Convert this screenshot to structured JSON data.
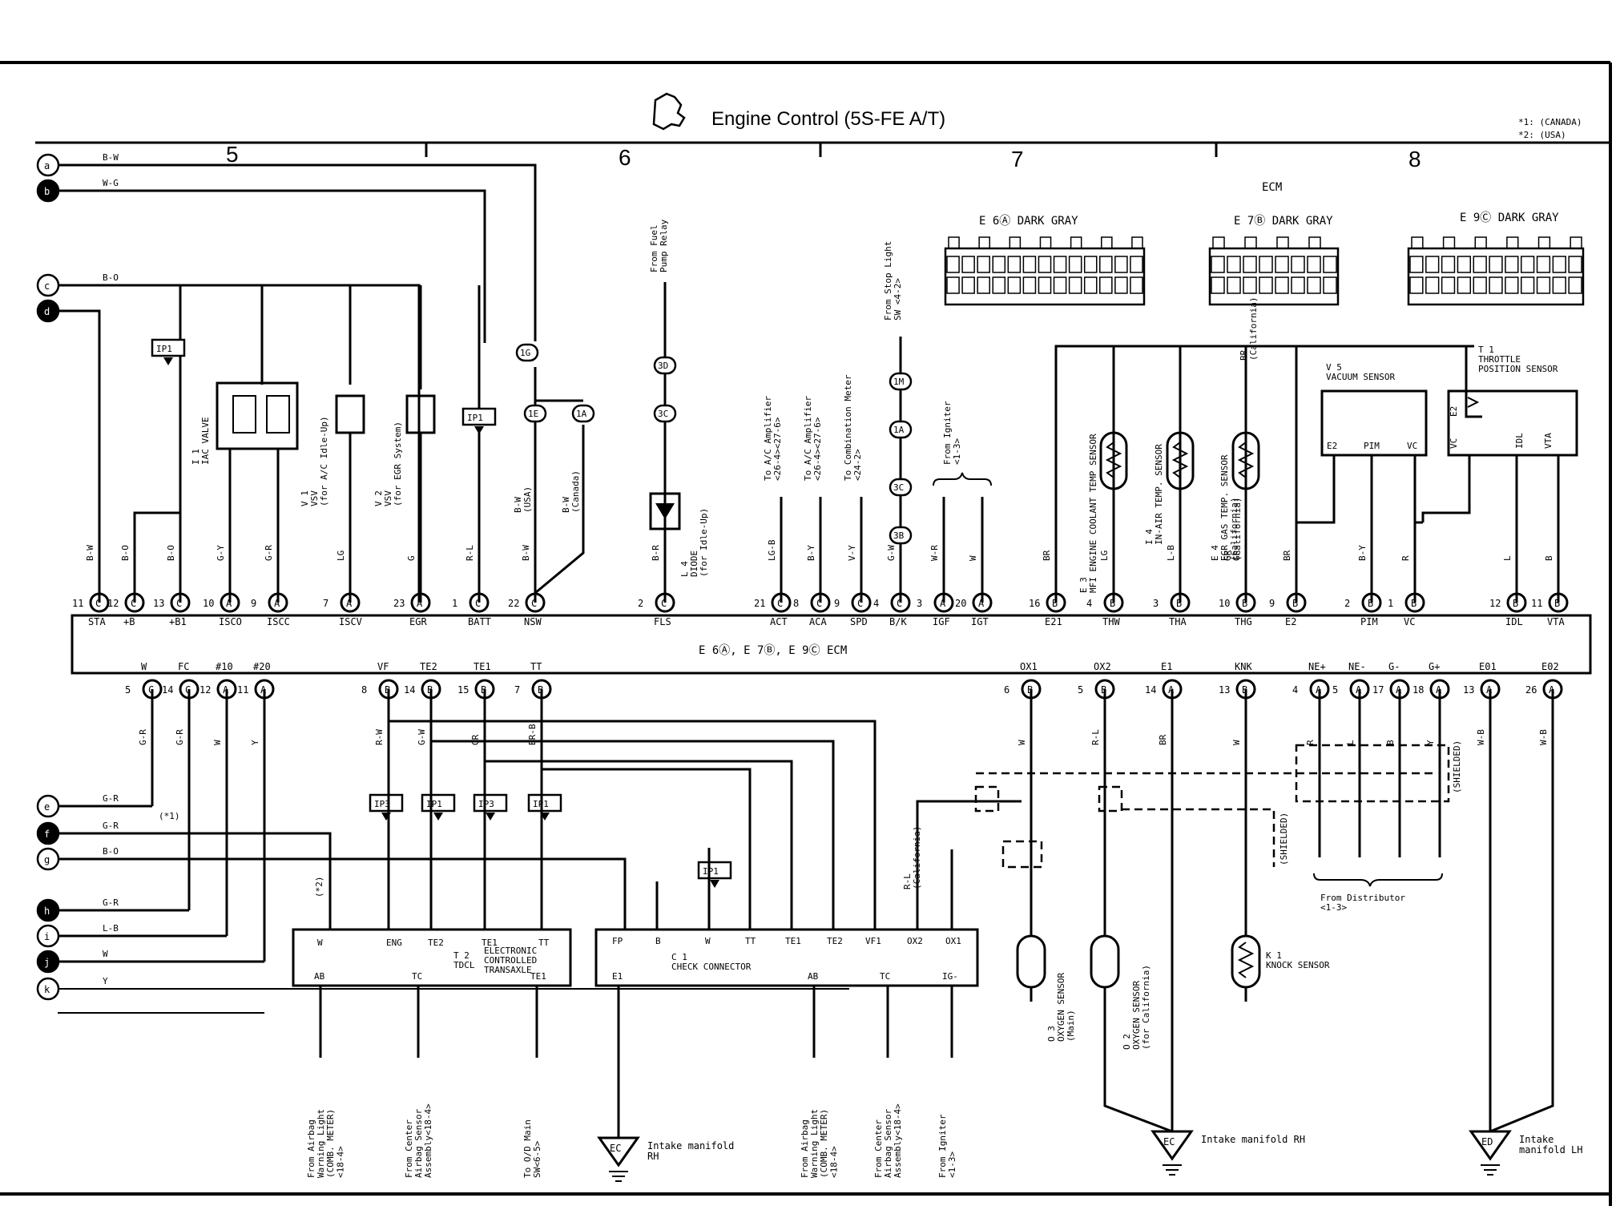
{
  "title": "Engine Control (5S-FE A/T)",
  "notes": [
    "*1:  (CANADA)",
    "*2:  (USA)"
  ],
  "sections": [
    "5",
    "6",
    "7",
    "8"
  ],
  "ecm": {
    "label": "ECM",
    "main_label": "E 6Ⓐ, E 7Ⓑ, E 9Ⓒ  ECM",
    "connectors": [
      "E 6Ⓐ DARK GRAY",
      "E 7Ⓑ DARK GRAY",
      "E 9Ⓒ DARK GRAY"
    ]
  },
  "left_refs": [
    {
      "letter": "a",
      "wire": "B-W"
    },
    {
      "letter": "b",
      "wire": "W-G"
    },
    {
      "letter": "c",
      "wire": "B-O"
    },
    {
      "letter": "d",
      "wire": ""
    },
    {
      "letter": "e",
      "wire": "G-R"
    },
    {
      "letter": "f",
      "wire": "G-R"
    },
    {
      "letter": "g",
      "wire": "B-O"
    },
    {
      "letter": "h",
      "wire": "G-R"
    },
    {
      "letter": "i",
      "wire": "L-B"
    },
    {
      "letter": "j",
      "wire": "W"
    },
    {
      "letter": "k",
      "wire": "Y"
    }
  ],
  "top_pins": [
    {
      "num": "11",
      "conn": "C",
      "name": "STA",
      "wire": "B-W"
    },
    {
      "num": "12",
      "conn": "C",
      "name": "+B",
      "wire": "B-O"
    },
    {
      "num": "13",
      "conn": "C",
      "name": "+B1",
      "wire": "B-O"
    },
    {
      "num": "10",
      "conn": "A",
      "name": "ISCO",
      "wire": "G-Y"
    },
    {
      "num": "9",
      "conn": "A",
      "name": "ISCC",
      "wire": "G-R"
    },
    {
      "num": "7",
      "conn": "A",
      "name": "ISCV",
      "wire": "LG"
    },
    {
      "num": "23",
      "conn": "A",
      "name": "EGR",
      "wire": "G"
    },
    {
      "num": "1",
      "conn": "C",
      "name": "BATT",
      "wire": "R-L"
    },
    {
      "num": "22",
      "conn": "C",
      "name": "NSW",
      "wire": "B-W"
    },
    {
      "num": "2",
      "conn": "C",
      "name": "FLS",
      "wire": "B-R"
    },
    {
      "num": "21",
      "conn": "C",
      "name": "ACT",
      "wire": "LG-B"
    },
    {
      "num": "8",
      "conn": "C",
      "name": "ACA",
      "wire": "B-Y"
    },
    {
      "num": "9",
      "conn": "C",
      "name": "SPD",
      "wire": "V-Y"
    },
    {
      "num": "4",
      "conn": "C",
      "name": "B/K",
      "wire": "G-W"
    },
    {
      "num": "3",
      "conn": "A",
      "name": "IGF",
      "wire": "W-R"
    },
    {
      "num": "20",
      "conn": "A",
      "name": "IGT",
      "wire": "W"
    },
    {
      "num": "16",
      "conn": "B",
      "name": "E21",
      "wire": "BR"
    },
    {
      "num": "4",
      "conn": "B",
      "name": "THW",
      "wire": "LG"
    },
    {
      "num": "3",
      "conn": "B",
      "name": "THA",
      "wire": "L-B"
    },
    {
      "num": "10",
      "conn": "B",
      "name": "THG",
      "wire": "GR"
    },
    {
      "num": "9",
      "conn": "B",
      "name": "E2",
      "wire": "BR"
    },
    {
      "num": "2",
      "conn": "B",
      "name": "PIM",
      "wire": "B-Y"
    },
    {
      "num": "1",
      "conn": "B",
      "name": "VC",
      "wire": "R"
    },
    {
      "num": "12",
      "conn": "B",
      "name": "IDL",
      "wire": "L"
    },
    {
      "num": "11",
      "conn": "B",
      "name": "VTA",
      "wire": "B"
    }
  ],
  "bottom_pins": [
    {
      "num": "5",
      "conn": "C",
      "name": "W",
      "wire": "G-R"
    },
    {
      "num": "14",
      "conn": "C",
      "name": "FC",
      "wire": "G-R"
    },
    {
      "num": "12",
      "conn": "A",
      "name": "#10",
      "wire": "W"
    },
    {
      "num": "11",
      "conn": "A",
      "name": "#20",
      "wire": "Y"
    },
    {
      "num": "8",
      "conn": "B",
      "name": "VF",
      "wire": "R-W"
    },
    {
      "num": "14",
      "conn": "B",
      "name": "TE2",
      "wire": "G-W"
    },
    {
      "num": "15",
      "conn": "B",
      "name": "TE1",
      "wire": "GR"
    },
    {
      "num": "7",
      "conn": "B",
      "name": "TT",
      "wire": "BR-B"
    },
    {
      "num": "6",
      "conn": "B",
      "name": "OX1",
      "wire": "W"
    },
    {
      "num": "5",
      "conn": "B",
      "name": "OX2",
      "wire": "R-L"
    },
    {
      "num": "14",
      "conn": "A",
      "name": "E1",
      "wire": "BR"
    },
    {
      "num": "13",
      "conn": "B",
      "name": "KNK",
      "wire": "W"
    },
    {
      "num": "4",
      "conn": "A",
      "name": "NE+",
      "wire": "R"
    },
    {
      "num": "5",
      "conn": "A",
      "name": "NE-",
      "wire": "L"
    },
    {
      "num": "17",
      "conn": "A",
      "name": "G-",
      "wire": "B"
    },
    {
      "num": "18",
      "conn": "A",
      "name": "G+",
      "wire": "Y"
    },
    {
      "num": "13",
      "conn": "A",
      "name": "E01",
      "wire": "W-B"
    },
    {
      "num": "26",
      "conn": "A",
      "name": "E02",
      "wire": "W-B"
    }
  ],
  "components": {
    "iac": "I 1\nIAC VALVE",
    "vsv1": "V 1\nVSV\n(for A/C Idle-Up)",
    "vsv2": "V 2\nVSV\n(for EGR System)",
    "diode": "L 4\nDIODE\n(for Idle-Up)",
    "coolant": "E 3\nMFI ENGINE COOLANT TEMP SENSOR",
    "intake_air": "I 4\nIN-AIR TEMP. SENSOR",
    "egr_temp": "E 4\nEGR GAS TEMP. SENSOR\n(California)",
    "vacuum": "V 5\nVACUUM SENSOR",
    "vacuum_pins": [
      "E2",
      "PIM",
      "VC"
    ],
    "throttle": "T 1\nTHROTTLE\nPOSITION SENSOR",
    "throttle_pins": [
      "VC",
      "E2",
      "IDL",
      "VTA"
    ],
    "tdcl": "T 2\nTDCL",
    "tdcl_right": "ELECTRONIC\nCONTROLLED\nTRANSAXLE",
    "tdcl_top_pins": [
      "W",
      "ENG",
      "TE2",
      "TE1",
      "TT"
    ],
    "tdcl_bottom_pins": [
      "AB",
      "TC",
      "TE1"
    ],
    "check": "C 1\nCHECK CONNECTOR",
    "check_top_pins": [
      "FP",
      "B",
      "W",
      "TT",
      "TE1",
      "TE2",
      "VF1",
      "OX2",
      "OX1"
    ],
    "check_bottom_pins": [
      "E1",
      "AB",
      "TC",
      "IG-"
    ],
    "o2_main": "O 3\nOXYGEN SENSOR\n(Main)",
    "o2_cal": "O 2\nOXYGEN SENSOR\n(for California)",
    "knock": "K 1\nKNOCK SENSOR"
  },
  "junctions": [
    "IP1",
    "IP1",
    "IP3",
    "IP1",
    "IP3",
    "IP1",
    "IP1"
  ],
  "splices": [
    "1G",
    "1E",
    "1A",
    "3D",
    "3C",
    "1M",
    "1A",
    "3C",
    "3B"
  ],
  "feeds": {
    "from_fuel": "From Fuel\nPump Relay",
    "from_stop": "From Stop Light\nSW <4-2>",
    "to_ac_amp1": "To A/C Amplifier\n<26-4><27-6>",
    "to_ac_amp2": "To A/C Amplifier\n<26-4><27-6>",
    "to_combo": "To Combination Meter\n<24-2>",
    "from_igniter_top": "From Igniter\n<1-3>",
    "from_distributor": "From Distributor\n<1-3>",
    "shielded1": "(SHIELDED)",
    "shielded2": "(SHIELDED)",
    "b1": "From Airbag\nWarning Light\n(COMB. METER)\n<18-4>",
    "b2": "From Center\nAirbag Sensor\nAssembly<18-4>",
    "b3": "To O/D Main\nSW<6-5>",
    "b4": "From Airbag\nWarning Light\n(COMB. METER)\n<18-4>",
    "b5": "From Center\nAirbag Sensor\nAssembly<18-4>",
    "b6": "From Igniter\n<1-3>"
  },
  "grounds": [
    {
      "code": "EC",
      "label": "Intake manifold\nRH"
    },
    {
      "code": "EC",
      "label": "Intake manifold RH"
    },
    {
      "code": "ED",
      "label": "Intake\nmanifold LH"
    }
  ],
  "wire_notes": {
    "usa": "B-W\n(USA)",
    "canada": "B-W\n(Canada)",
    "star1": "(*1)",
    "star2": "(*2)",
    "california1": "R-L\n(California)",
    "california2": "GR\n(California)",
    "california3": "BR\n(California)"
  }
}
